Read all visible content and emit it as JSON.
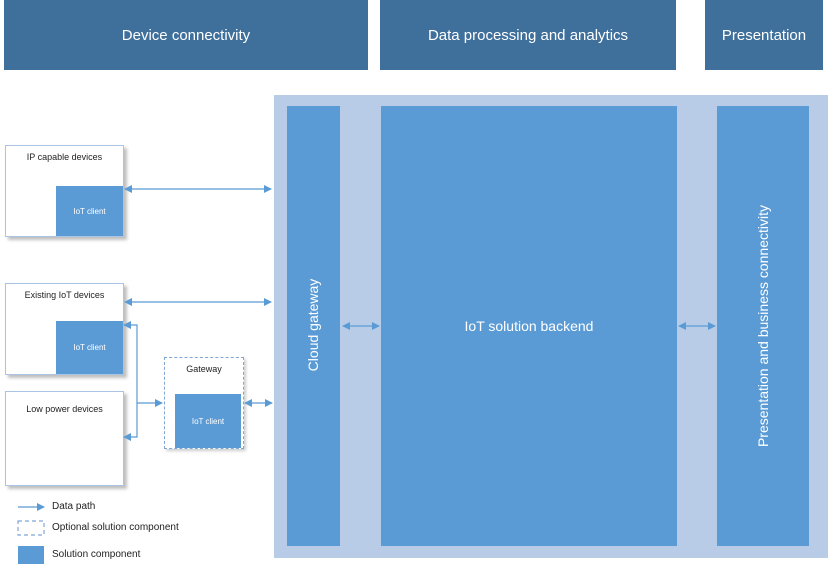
{
  "headers": {
    "device_connectivity": "Device connectivity",
    "data_processing": "Data processing and analytics",
    "presentation": "Presentation"
  },
  "columns": {
    "cloud_gateway": "Cloud gateway",
    "backend": "IoT solution backend",
    "presentation_connectivity": "Presentation and business connectivity"
  },
  "devices": {
    "ip_capable": {
      "label": "IP capable devices",
      "client": "IoT client"
    },
    "existing_iot": {
      "label": "Existing IoT devices",
      "client": "IoT client"
    },
    "low_power": {
      "label": "Low power devices"
    },
    "gateway": {
      "label": "Gateway",
      "client": "IoT client"
    }
  },
  "legend": {
    "data_path": "Data path",
    "optional": "Optional solution component",
    "solution": "Solution component"
  },
  "colors": {
    "header": "#3f6f9b",
    "component": "#5b9bd5",
    "cloud_background": "#b8cce7",
    "arrow": "#5b9bd5"
  }
}
